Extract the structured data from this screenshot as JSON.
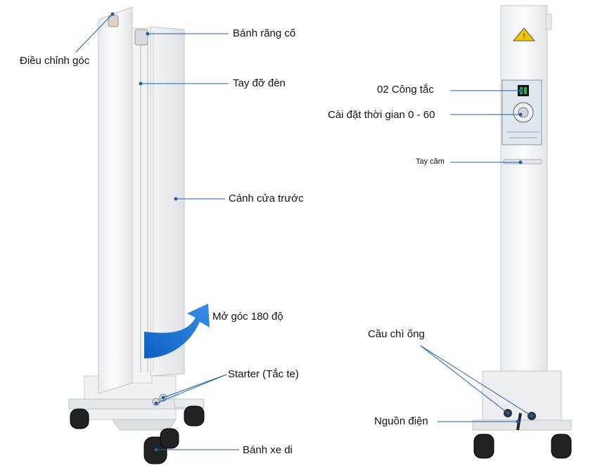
{
  "labels": {
    "dieu_chinh_goc": "Điều chỉnh góc",
    "banh_rang_co": "Bánh răng cố",
    "tay_do_den": "Tay đỡ đèn",
    "canh_cua_truoc": "Cánh cửa trước",
    "mo_goc": "Mở góc 180 độ",
    "starter": "Starter (Tắc te)",
    "banh_xe_di": "Bánh xe di",
    "cong_tac": "02 Công tắc",
    "cai_dat_thoi_gian": "Cài đặt thời gian 0 - 60",
    "tay_cam": "Tay cầm",
    "cau_chi_ong": "Cầu chì ống",
    "nguon_dien": "Nguồn điện"
  },
  "colors": {
    "leader_line": "#1f5fa8",
    "arrow": "#1e74d4",
    "warning": "#f2c400"
  }
}
